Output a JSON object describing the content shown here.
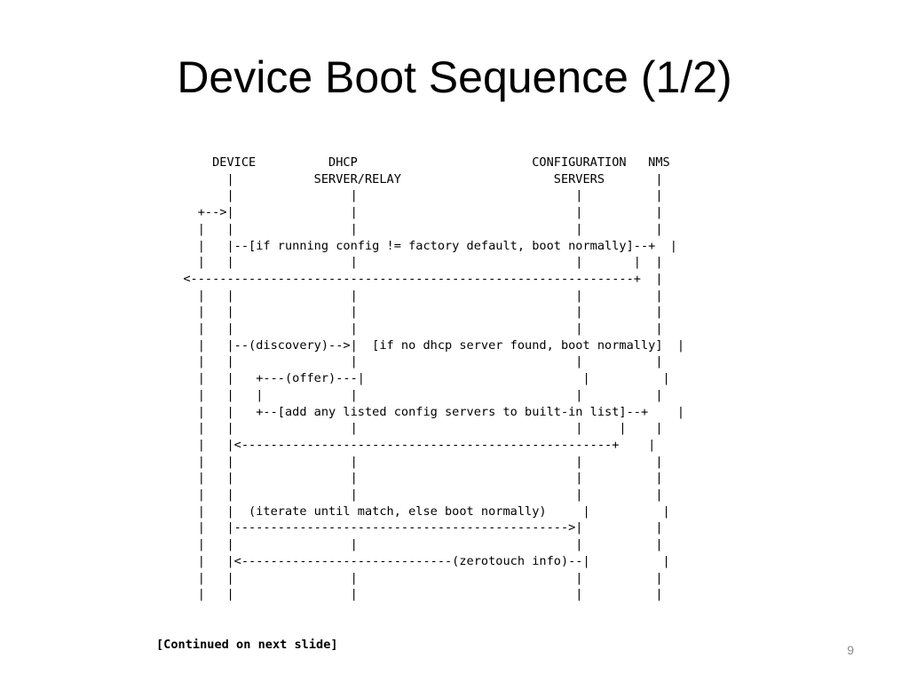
{
  "slide": {
    "title": "Device Boot Sequence (1/2)",
    "diagram_lines": [
      "      DEVICE          DHCP                        CONFIGURATION   NMS",
      "        |           SERVER/RELAY                     SERVERS       |",
      "        |                |                              |          |",
      "    +-->|                |                              |          |",
      "    |   |                |                              |          |",
      "    |   |--[if running config != factory default, boot normally]--+  |",
      "    |   |                |                              |       |  |",
      "  <-------------------------------------------------------------+  |",
      "    |   |                |                              |          |",
      "    |   |                |                              |          |",
      "    |   |                |                              |          |",
      "    |   |--(discovery)-->|  [if no dhcp server found, boot normally]  |",
      "    |   |                |                              |          |",
      "    |   |   +---(offer)---|                              |          |",
      "    |   |   |            |                              |          |",
      "    |   |   +--[add any listed config servers to built-in list]--+    |",
      "    |   |                |                              |     |    |",
      "    |   |<---------------------------------------------------+    |",
      "    |   |                |                              |          |",
      "    |   |                |                              |          |",
      "    |   |                |                              |          |",
      "    |   |  (iterate until match, else boot normally)     |          |",
      "    |   |---------------------------------------------->|          |",
      "    |   |                |                              |          |",
      "    |   |<-----------------------------(zerotouch info)--|          |",
      "    |   |                |                              |          |",
      "    |   |                |                              |          |"
    ],
    "continued_note": "[Continued on next slide]",
    "slide_number": "9"
  }
}
